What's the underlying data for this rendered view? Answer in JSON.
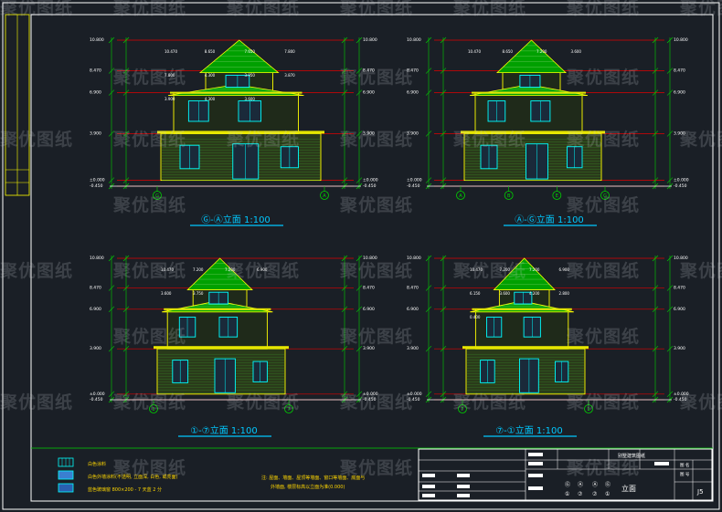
{
  "views": [
    {
      "title": "Ⓖ-Ⓐ立面 1:100",
      "levels_left": [
        "10.800",
        "8.470",
        "6.900",
        "3.900",
        "±0.000",
        "-0.450"
      ],
      "levels_right": [
        "10.800",
        "8.470",
        "6.900",
        "3.900",
        "±0.000",
        "-0.450"
      ],
      "axes": [
        "G",
        "A"
      ],
      "notes": [
        "10.470",
        "8.650",
        "7.650",
        "7.800",
        "7.800",
        "4.300",
        "3.950",
        "3.870",
        "3.900",
        "4.300",
        "3.600"
      ]
    },
    {
      "title": "Ⓐ-Ⓖ立面 1:100",
      "levels_left": [
        "10.800",
        "8.470",
        "6.900",
        "3.900",
        "±0.000",
        "-0.450"
      ],
      "levels_right": [
        "10.800",
        "8.470",
        "6.900",
        "3.900",
        "±0.000",
        "-0.450"
      ],
      "axes": [
        "A",
        "B",
        "E",
        "G"
      ],
      "notes": [
        "10.470",
        "8.650",
        "7.200",
        "3.600"
      ]
    },
    {
      "title": "①-⑦立面 1:100",
      "levels_left": [
        "10.800",
        "8.470",
        "6.900",
        "3.900",
        "±0.000",
        "-0.450"
      ],
      "levels_right": [
        "10.800",
        "8.470",
        "6.900",
        "3.900",
        "±0.000",
        "-0.450"
      ],
      "axes": [
        "1",
        "7"
      ],
      "notes": [
        "10.470",
        "7.200",
        "7.200",
        "6.900",
        "3.600",
        "3.750"
      ]
    },
    {
      "title": "⑦-①立面 1:100",
      "levels_left": [
        "10.800",
        "8.470",
        "6.900",
        "3.900",
        "±0.000",
        "-0.450"
      ],
      "levels_right": [
        "10.800",
        "8.470",
        "6.900",
        "3.900",
        "±0.000",
        "-0.450"
      ],
      "axes": [
        "7",
        "1"
      ],
      "notes": [
        "10.470",
        "7.200",
        "7.200",
        "6.900",
        "6.150",
        "3.600",
        "4.200",
        "2.800",
        "0.400"
      ]
    }
  ],
  "legend": [
    {
      "text": "白色涂料"
    },
    {
      "text": "白色外墙涂料(不透明, 立面深, 白色, 或亮面)"
    },
    {
      "text": "蓝色玻璃窗 800×200 - 7 天蓝 2 分"
    }
  ],
  "notes": [
    "注: 屋面、墙面、屋顶等墙面、窗口等墙面、底面与",
    "外墙面, 楼层标高以立面为准(0.000)"
  ],
  "title_block": {
    "project": "别墅建筑图纸",
    "sheet_no": "J5",
    "drawing_name": "立面",
    "label_a": "图 名",
    "label_b": "图 号",
    "axes": [
      "Ⓖ",
      "Ⓐ",
      "Ⓐ",
      "Ⓖ",
      "①",
      "⑦",
      "⑦",
      "①"
    ]
  },
  "watermark": "聚优图纸",
  "colors": {
    "background": "#1a1f26",
    "frame": "#ffffff",
    "dimension": "#00d200",
    "level_line": "#e00000",
    "outline": "#ffff00",
    "window": "#00ffff",
    "roof": "#00a000",
    "title": "#00c8ff",
    "label_text": "#ffd700"
  }
}
